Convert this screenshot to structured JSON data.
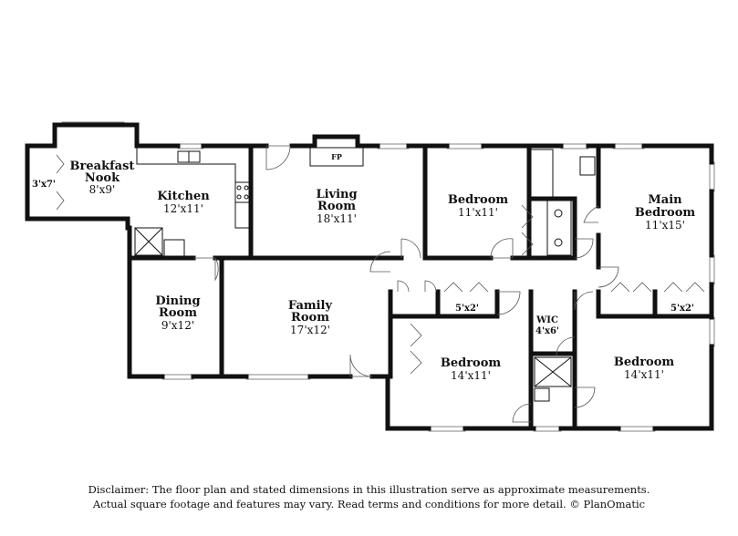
{
  "rooms": {
    "breakfast_nook": {
      "name_line1": "Breakfast",
      "name_line2": "Nook",
      "dims": "8'x9'"
    },
    "kitchen": {
      "name": "Kitchen",
      "dims": "12'x11'"
    },
    "living_room": {
      "name_line1": "Living",
      "name_line2": "Room",
      "dims": "18'x11'"
    },
    "bedroom_top": {
      "name": "Bedroom",
      "dims": "11'x11'"
    },
    "main_bedroom": {
      "name_line1": "Main",
      "name_line2": "Bedroom",
      "dims": "11'x15'"
    },
    "dining_room": {
      "name_line1": "Dining",
      "name_line2": "Room",
      "dims": "9'x12'"
    },
    "family_room": {
      "name_line1": "Family",
      "name_line2": "Room",
      "dims": "17'x12'"
    },
    "bedroom_mid": {
      "name": "Bedroom",
      "dims": "14'x11'"
    },
    "bedroom_right": {
      "name": "Bedroom",
      "dims": "14'x11'"
    },
    "wic": {
      "name": "WIC",
      "dims": "4'x6'"
    }
  },
  "small_labels": {
    "closet_nook": "3'x7'",
    "closet_hall": "5'x2'",
    "closet_main": "5'x2'",
    "fireplace": "FP"
  },
  "disclaimer": {
    "line1": "Disclaimer: The floor plan and stated dimensions in this illustration serve as approximate measurements.",
    "line2": "Actual square footage and features may vary. Read terms and conditions for more detail. © PlanOmatic"
  }
}
